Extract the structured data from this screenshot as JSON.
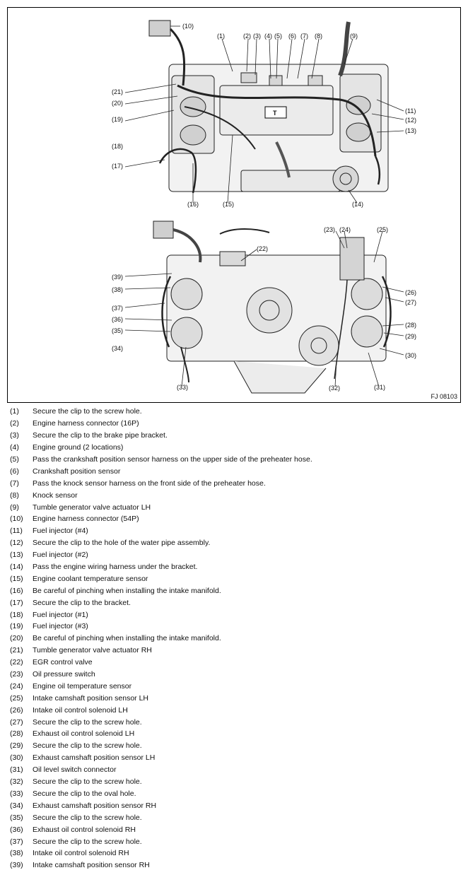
{
  "figure": {
    "id_label": "FJ 08103",
    "center_mark": "T",
    "top_callouts": {
      "c1": "(1)",
      "c2": "(2)",
      "c3": "(3)",
      "c4": "(4)",
      "c5": "(5)",
      "c6": "(6)",
      "c7": "(7)",
      "c8": "(8)",
      "c9": "(9)",
      "c10": "(10)",
      "c11": "(11)",
      "c12": "(12)",
      "c13": "(13)",
      "c14": "(14)",
      "c15": "(15)",
      "c16": "(16)",
      "c17": "(17)",
      "c18": "(18)",
      "c19": "(19)",
      "c20": "(20)",
      "c21": "(21)"
    },
    "bottom_callouts": {
      "c22": "(22)",
      "c23": "(23)",
      "c24": "(24)",
      "c25": "(25)",
      "c26": "(26)",
      "c27": "(27)",
      "c28": "(28)",
      "c29": "(29)",
      "c30": "(30)",
      "c31": "(31)",
      "c32": "(32)",
      "c33": "(33)",
      "c34": "(34)",
      "c35": "(35)",
      "c36": "(36)",
      "c37": "(37)",
      "c38": "(38)",
      "c39": "(39)"
    }
  },
  "legend": [
    {
      "num": "(1)",
      "text": "Secure the clip to the screw hole."
    },
    {
      "num": "(2)",
      "text": "Engine harness connector (16P)"
    },
    {
      "num": "(3)",
      "text": "Secure the clip to the brake pipe bracket."
    },
    {
      "num": "(4)",
      "text": "Engine ground (2 locations)"
    },
    {
      "num": "(5)",
      "text": "Pass the crankshaft position sensor harness on the upper side of the preheater hose."
    },
    {
      "num": "(6)",
      "text": "Crankshaft position sensor"
    },
    {
      "num": "(7)",
      "text": "Pass the knock sensor harness on the front side of the preheater hose."
    },
    {
      "num": "(8)",
      "text": "Knock sensor"
    },
    {
      "num": "(9)",
      "text": "Tumble generator valve actuator LH"
    },
    {
      "num": "(10)",
      "text": "Engine harness connector (54P)"
    },
    {
      "num": "(11)",
      "text": "Fuel injector (#4)"
    },
    {
      "num": "(12)",
      "text": "Secure the clip to the hole of the water pipe assembly."
    },
    {
      "num": "(13)",
      "text": "Fuel injector (#2)"
    },
    {
      "num": "(14)",
      "text": "Pass the engine wiring harness under the bracket."
    },
    {
      "num": "(15)",
      "text": "Engine coolant temperature sensor"
    },
    {
      "num": "(16)",
      "text": "Be careful of pinching when installing the intake manifold."
    },
    {
      "num": "(17)",
      "text": "Secure the clip to the bracket."
    },
    {
      "num": "(18)",
      "text": "Fuel injector (#1)"
    },
    {
      "num": "(19)",
      "text": "Fuel injector (#3)"
    },
    {
      "num": "(20)",
      "text": "Be careful of pinching when installing the intake manifold."
    },
    {
      "num": "(21)",
      "text": "Tumble generator valve actuator RH"
    },
    {
      "num": "(22)",
      "text": "EGR control valve"
    },
    {
      "num": "(23)",
      "text": "Oil pressure switch"
    },
    {
      "num": "(24)",
      "text": "Engine oil temperature sensor"
    },
    {
      "num": "(25)",
      "text": "Intake camshaft position sensor LH"
    },
    {
      "num": "(26)",
      "text": "Intake oil control solenoid LH"
    },
    {
      "num": "(27)",
      "text": "Secure the clip to the screw hole."
    },
    {
      "num": "(28)",
      "text": "Exhaust oil control solenoid LH"
    },
    {
      "num": "(29)",
      "text": "Secure the clip to the screw hole."
    },
    {
      "num": "(30)",
      "text": "Exhaust camshaft position sensor LH"
    },
    {
      "num": "(31)",
      "text": "Oil level switch connector"
    },
    {
      "num": "(32)",
      "text": "Secure the clip to the screw hole."
    },
    {
      "num": "(33)",
      "text": "Secure the clip to the oval hole."
    },
    {
      "num": "(34)",
      "text": "Exhaust camshaft position sensor RH"
    },
    {
      "num": "(35)",
      "text": "Secure the clip to the screw hole."
    },
    {
      "num": "(36)",
      "text": "Exhaust oil control solenoid RH"
    },
    {
      "num": "(37)",
      "text": "Secure the clip to the screw hole."
    },
    {
      "num": "(38)",
      "text": "Intake oil control solenoid RH"
    },
    {
      "num": "(39)",
      "text": "Intake camshaft position sensor RH"
    }
  ]
}
